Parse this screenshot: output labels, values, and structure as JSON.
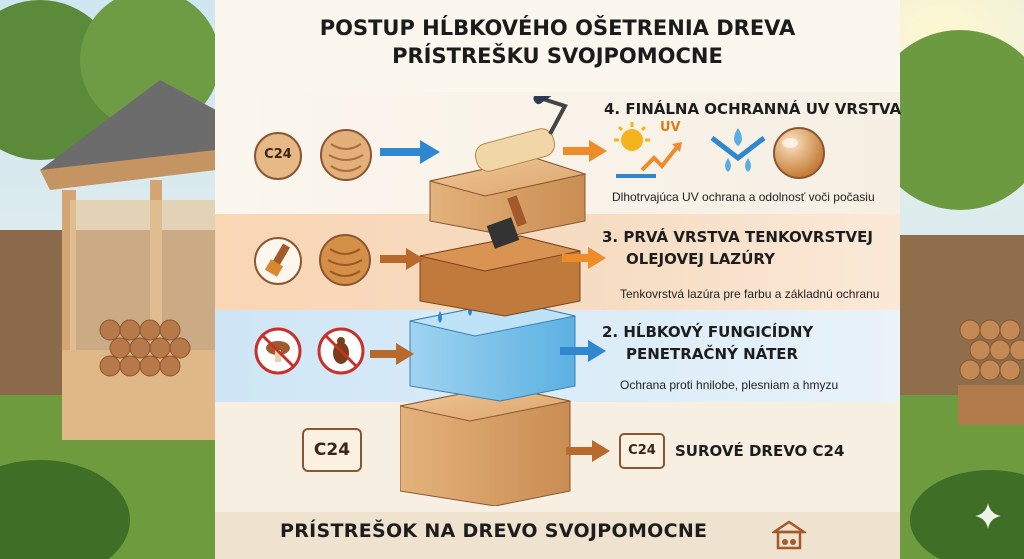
{
  "header": {
    "title_line1": "POSTUP HĹBKOVÉHO OŠETRENIA DREVA",
    "title_line2": "PRÍSTREŠKU SVOJPOMOCNE"
  },
  "steps": [
    {
      "number": "4.",
      "title": "FINÁLNA OCHRANNÁ UV VRSTVA",
      "description": "Dlhotrvajúca UV ochrana a odolnosť voči počasiu",
      "uv_label": "UV"
    },
    {
      "number": "3.",
      "title_line1": "PRVÁ VRSTVA TENKOVRSTVEJ",
      "title_line2": "OLEJOVEJ LAZÚRY",
      "description": "Tenkovrstvá lazúra pre farbu a základnú ochranu"
    },
    {
      "number": "2.",
      "title_line1": "HĹBKOVÝ FUNGICÍDNY",
      "title_line2": "PENETRAČNÝ NÁTER",
      "description": "Ochrana proti hnilobe, plesniam a hmyzu"
    },
    {
      "number": "",
      "title": "SUROVÉ DREVO C24",
      "badge": "C24"
    }
  ],
  "badges": {
    "top": "C24",
    "bottom": "C24"
  },
  "footer": {
    "text": "PRÍSTREŠOK NA DREVO SVOJPOMOCNE"
  },
  "colors": {
    "wood": "#d9a066",
    "wood_dark": "#9c5f2c",
    "arrow_blue": "#2f87cf",
    "arrow_orange": "#ee8b2b",
    "arrow_brown": "#b86a2c",
    "ban_red": "#c7302b"
  },
  "icons": [
    "shed-photo-left",
    "firewood-photo-right",
    "paint-roller-icon",
    "paint-brush-icon",
    "sun-uv-icon",
    "water-drops-icon",
    "glossy-sphere-icon",
    "wood-grain-icon",
    "no-fungus-icon",
    "no-bug-icon",
    "shed-footer-icon",
    "sparkle-icon"
  ]
}
